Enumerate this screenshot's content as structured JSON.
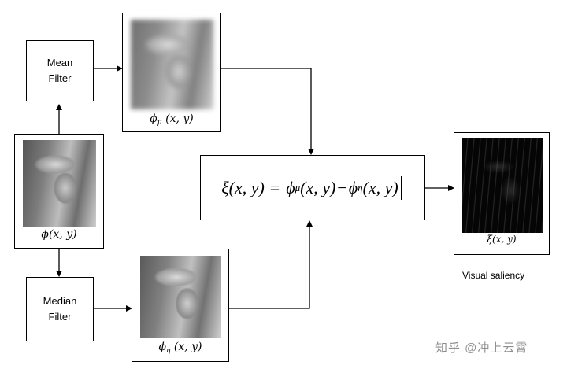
{
  "mean_filter": {
    "line1": "Mean",
    "line2": "Filter"
  },
  "median_filter": {
    "line1": "Median",
    "line2": "Filter"
  },
  "input_caption": "ϕ(x, y)",
  "mean_output_caption": {
    "sym": "ϕ",
    "sub": "μ",
    "args": "(x, y)"
  },
  "median_output_caption": {
    "sym": "ϕ",
    "sub": "η",
    "args": "(x, y)"
  },
  "saliency_caption": "ξ(x, y)",
  "equation": {
    "lhs": "ξ(x, y) =",
    "term1_sym": "ϕ",
    "term1_sub": "μ",
    "term1_args": "(x, y)",
    "minus": "−",
    "term2_sym": "ϕ",
    "term2_sub": "η",
    "term2_args": "(x, y)"
  },
  "output_label": "Visual saliency",
  "watermark": "知乎 @冲上云霄",
  "colors": {
    "line": "#000000",
    "saliency_bg": "#050505"
  }
}
